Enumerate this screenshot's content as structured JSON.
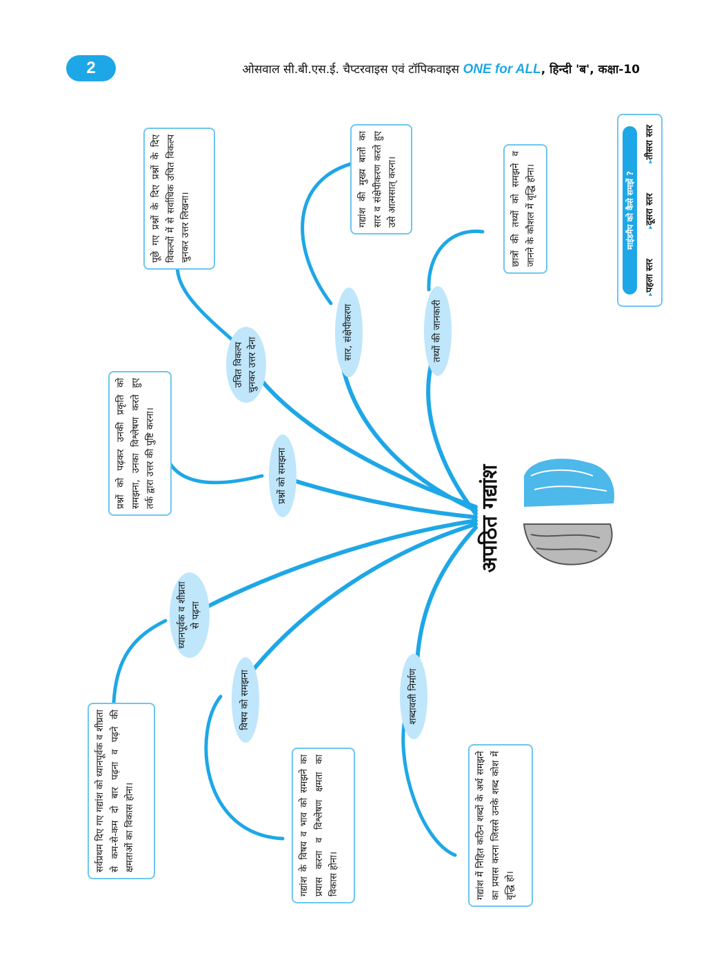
{
  "header": {
    "page_number": "2",
    "title_prefix": "ओसवाल सी.बी.एस.ई. चैप्टरवाइस एवं टॉपिकवाइस ",
    "brand": "ONE for ALL",
    "title_suffix": ", हिन्दी 'ब', कक्षा-10"
  },
  "colors": {
    "accent": "#1ea7e6",
    "bubble": "#bfe6fb",
    "box_border": "#6cc6ef"
  },
  "center": {
    "title": "अपठित गद्यांश",
    "icon": "brain-icon"
  },
  "branches": [
    {
      "label": "उचित विकल्प चुनकर उत्तर देना",
      "detail": "पूछे गए प्रश्नों के दिए प्रश्नों के दिए विकल्पों में से सर्वाधिक उचित विकल्प चुनकर उत्तर लिखना।"
    },
    {
      "label": "सार, संक्षेपीकरण",
      "detail": "गद्यांश की मुख्य बातों का सार व संक्षेपीकरण करते हुए उसे आत्मसात् करना।"
    },
    {
      "label": "तथ्यों की जानकारी",
      "detail": "छात्रों की तथ्यों को समझने व जानने के कौशल में वृद्धि होना।"
    },
    {
      "label": "प्रश्नों को समझना",
      "detail": "प्रश्नों को पढ़कर उनकी प्रकृति को समझना, उनका विश्लेषण करते हुए तर्क द्वारा उत्तर की पुष्टि करना।"
    },
    {
      "label": "ध्यानपूर्वक व शीघ्रता से पढ़ना",
      "detail": "सर्वप्रथम दिए गए गद्यांश को ध्यानपूर्वक व शीघ्रता से कम-से-कम दो बार पढ़ना व पढ़ने की क्षमताओं का विकास होना।"
    },
    {
      "label": "विषय को समझना",
      "detail": "गद्यांश के विषय व भाव को समझने का प्रयास करना व विश्लेषण क्षमता का विकास होना।"
    },
    {
      "label": "शब्दावली निर्माण",
      "detail": "गद्यांश में निहित कठिन शब्दों के अर्थ समझने का प्रयास करना जिससे उनके शब्द कोश में वृद्धि हो।"
    }
  ],
  "legend": {
    "title": "माइंडमैप को कैसे समझें ?",
    "levels": [
      "पहला स्तर",
      "दूसरा स्तर",
      "तीसरा स्तर"
    ]
  }
}
